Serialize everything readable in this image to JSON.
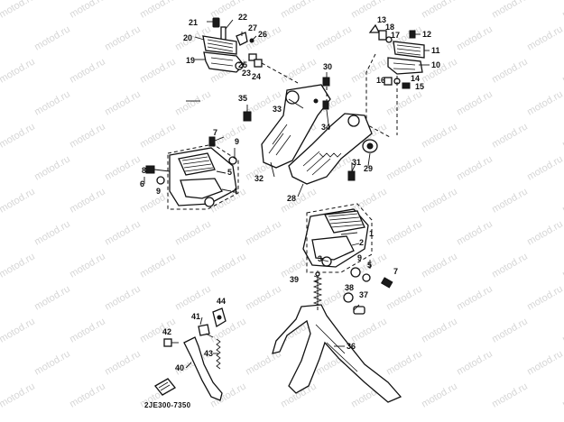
{
  "diagram": {
    "catalog_code": "2JE300-7350",
    "watermark": "motod.ru",
    "callouts": [
      {
        "id": "c21",
        "label": "21"
      },
      {
        "id": "c22",
        "label": "22"
      },
      {
        "id": "c20",
        "label": "20"
      },
      {
        "id": "c27",
        "label": "27"
      },
      {
        "id": "c26",
        "label": "26"
      },
      {
        "id": "c19",
        "label": "19"
      },
      {
        "id": "c25",
        "label": "25"
      },
      {
        "id": "c23",
        "label": "23"
      },
      {
        "id": "c24",
        "label": "24"
      },
      {
        "id": "c13",
        "label": "13"
      },
      {
        "id": "c18",
        "label": "18"
      },
      {
        "id": "c17",
        "label": "17"
      },
      {
        "id": "c12",
        "label": "12"
      },
      {
        "id": "c11",
        "label": "11"
      },
      {
        "id": "c10",
        "label": "10"
      },
      {
        "id": "c16",
        "label": "16"
      },
      {
        "id": "c14",
        "label": "14"
      },
      {
        "id": "c15",
        "label": "15"
      },
      {
        "id": "c30",
        "label": "30"
      },
      {
        "id": "c35",
        "label": "35"
      },
      {
        "id": "c33",
        "label": "33"
      },
      {
        "id": "c34",
        "label": "34"
      },
      {
        "id": "c7a",
        "label": "7"
      },
      {
        "id": "c9a",
        "label": "9"
      },
      {
        "id": "c5a",
        "label": "5"
      },
      {
        "id": "c6",
        "label": "6"
      },
      {
        "id": "c8",
        "label": "8"
      },
      {
        "id": "c9b",
        "label": "9"
      },
      {
        "id": "c4",
        "label": "4"
      },
      {
        "id": "c32",
        "label": "32"
      },
      {
        "id": "c31",
        "label": "31"
      },
      {
        "id": "c29",
        "label": "29"
      },
      {
        "id": "c28",
        "label": "28"
      },
      {
        "id": "c1",
        "label": "1"
      },
      {
        "id": "c2",
        "label": "2"
      },
      {
        "id": "c3",
        "label": "3"
      },
      {
        "id": "c9c",
        "label": "9"
      },
      {
        "id": "c5b",
        "label": "5"
      },
      {
        "id": "c7b",
        "label": "7"
      },
      {
        "id": "c39",
        "label": "39"
      },
      {
        "id": "c38",
        "label": "38"
      },
      {
        "id": "c37",
        "label": "37"
      },
      {
        "id": "c44",
        "label": "44"
      },
      {
        "id": "c41",
        "label": "41"
      },
      {
        "id": "c42",
        "label": "42"
      },
      {
        "id": "c43",
        "label": "43"
      },
      {
        "id": "c40",
        "label": "40"
      },
      {
        "id": "c36",
        "label": "36"
      }
    ]
  }
}
